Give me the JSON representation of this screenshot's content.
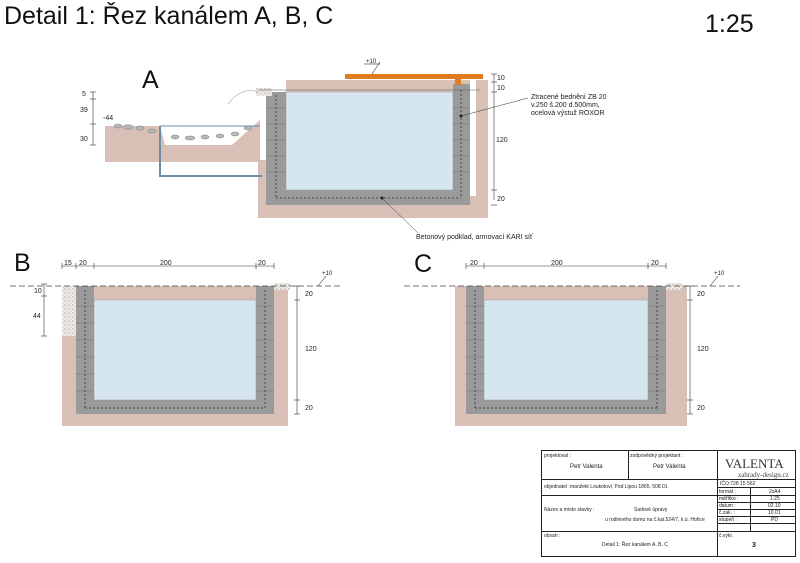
{
  "title": "Detail 1: Řez kanálem A, B, C",
  "scale": "1:25",
  "sections": {
    "a": {
      "letter": "A",
      "dims_left": [
        "5",
        "39",
        "-44",
        "30"
      ],
      "dims_right": [
        "10",
        "10",
        "120",
        "20"
      ],
      "top_level": "+10",
      "note_formwork": [
        "Ztracené bednění ZB 20",
        "v.250 š.200 d.500mm,",
        "ocelová výstuž ROXOR"
      ],
      "note_base": "Betonový podklad, armovací KARI síť"
    },
    "b": {
      "letter": "B",
      "dims_top": [
        "15",
        "20",
        "200",
        "20"
      ],
      "top_level": "+10",
      "dims_left": [
        "10",
        "44"
      ],
      "dims_right": [
        "20",
        "120",
        "20"
      ]
    },
    "c": {
      "letter": "C",
      "dims_top": [
        "20",
        "200",
        "20"
      ],
      "top_level": "+10",
      "dims_right": [
        "20",
        "120",
        "20"
      ]
    }
  },
  "titleblock": {
    "designer_label": "projektoval :",
    "designer": "Petr Valenta",
    "resp_label": "zodpovědný projektant :",
    "resp": "Petr Valenta",
    "logo": "VALENTA",
    "logo_sub": "zahrady-design.cz",
    "ico": "IČO:728 15 562",
    "client_label": "objednatel :",
    "client": "manželé Loukotovi, Pod Lipou 1865, 508 01",
    "project_label": "Název a místo stavby :",
    "project_line1": "Sadové úpravy",
    "project_line2": "u rodinného domu na č.kat.524/7, k.ú. Hořice",
    "rows": [
      {
        "label": "formát :",
        "value": "2xA4"
      },
      {
        "label": "měřítko :",
        "value": "1:25"
      },
      {
        "label": "datum :",
        "value": "02.10"
      },
      {
        "label": "č.zak. :",
        "value": "10.01"
      },
      {
        "label": "stupeň :",
        "value": "PD"
      }
    ],
    "content_label": "obsah :",
    "content": "Detail 1: Řez kanálem A, B, C",
    "sheet_label": "č.výkr.",
    "sheet": "3"
  },
  "colors": {
    "water": "#d6e6ee",
    "concrete": "#9a9a9a",
    "soil": "#d8c0b6",
    "deck": "#e07b22",
    "gravel": "#f1ece6"
  }
}
